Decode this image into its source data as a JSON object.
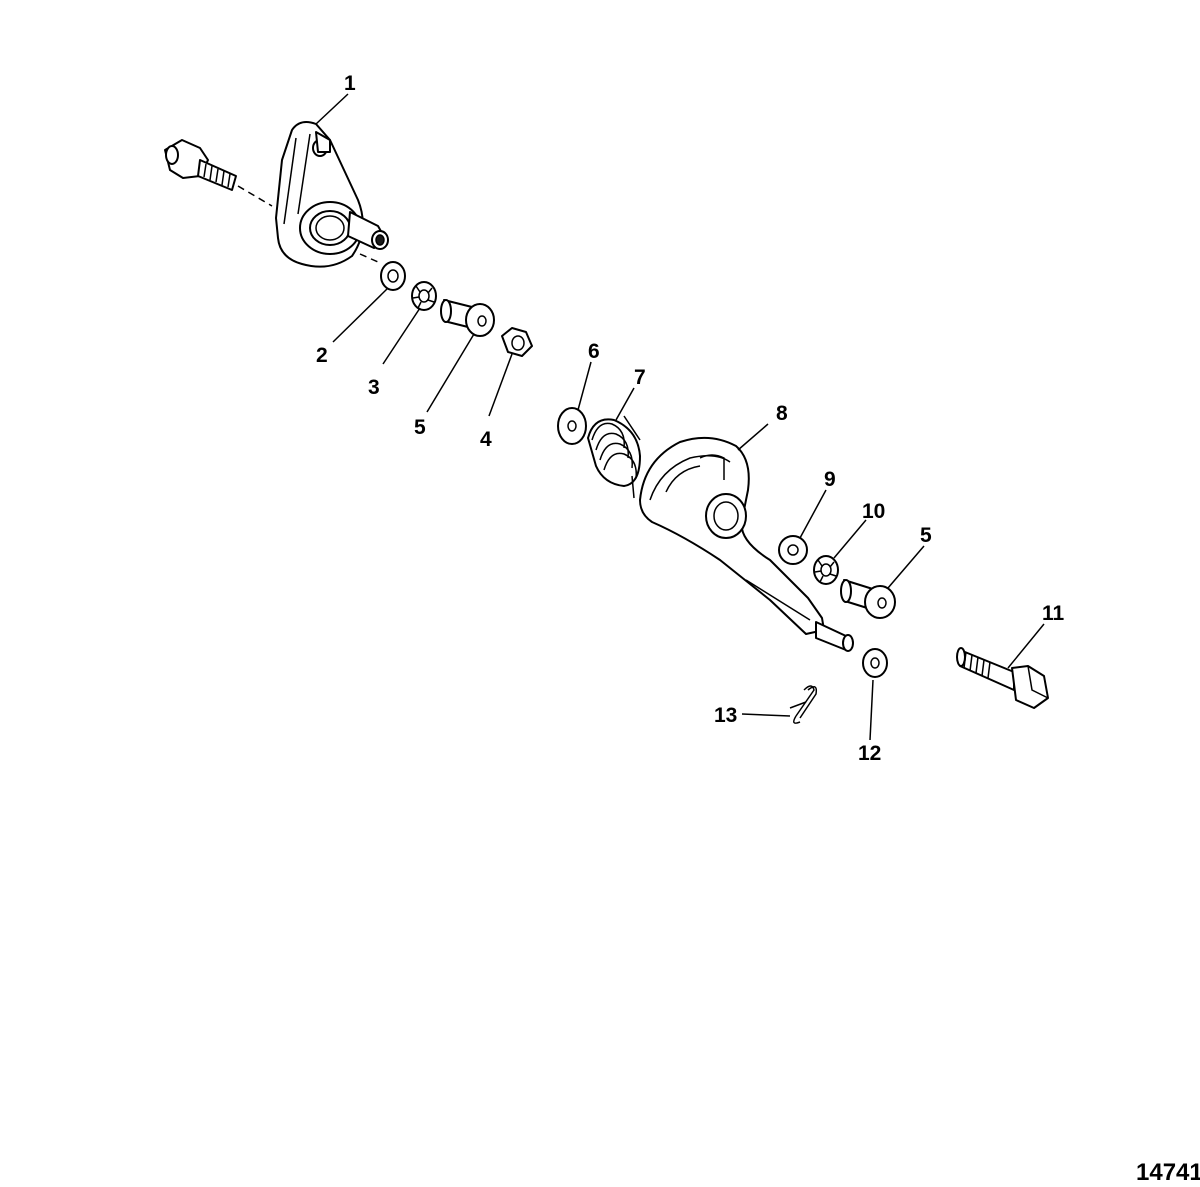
{
  "diagram": {
    "figure_number": "14741",
    "callouts": [
      {
        "id": "c1",
        "label": "1"
      },
      {
        "id": "c2",
        "label": "2"
      },
      {
        "id": "c3",
        "label": "3"
      },
      {
        "id": "c5a",
        "label": "5"
      },
      {
        "id": "c4",
        "label": "4"
      },
      {
        "id": "c6",
        "label": "6"
      },
      {
        "id": "c7",
        "label": "7"
      },
      {
        "id": "c8",
        "label": "8"
      },
      {
        "id": "c9",
        "label": "9"
      },
      {
        "id": "c10",
        "label": "10"
      },
      {
        "id": "c5b",
        "label": "5"
      },
      {
        "id": "c11",
        "label": "11"
      },
      {
        "id": "c12",
        "label": "12"
      },
      {
        "id": "c13",
        "label": "13"
      }
    ]
  }
}
